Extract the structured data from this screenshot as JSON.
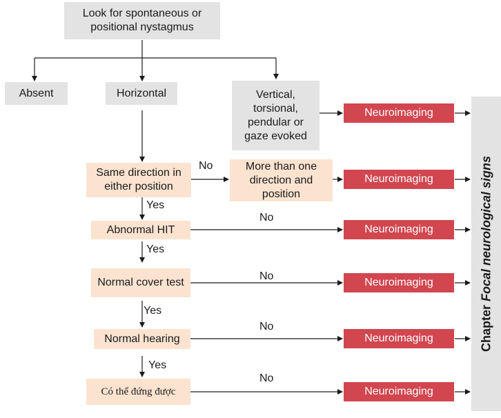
{
  "start": "Look for spontaneous or positional nystagmus",
  "branches": {
    "absent": "Absent",
    "horizontal": "Horizontal",
    "vertical": "Vertical, torsional, pendular or gaze evoked"
  },
  "steps": {
    "same_direction": "Same direction in either position",
    "more_than_one": "More than one direction and position",
    "abnormal_hit": "Abnormal HIT",
    "normal_cover": "Normal cover test",
    "normal_hearing": "Normal hearing",
    "can_stand": "Có thể đứng được"
  },
  "labels": {
    "yes": "Yes",
    "no": "No"
  },
  "outcome": "Neuroimaging",
  "sidebar": {
    "prefix": "Chapter",
    "title": "Focal neurological signs"
  }
}
